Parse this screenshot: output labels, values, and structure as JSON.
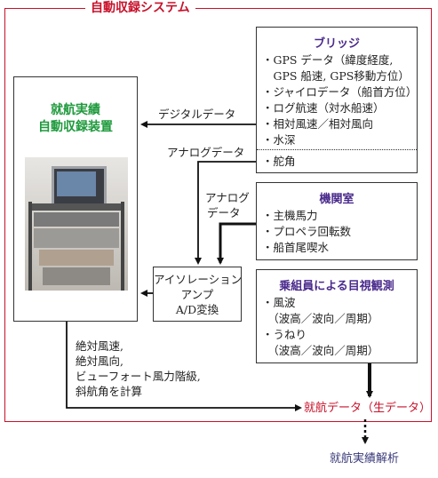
{
  "frame": {
    "title": "自動収録システム"
  },
  "device": {
    "title_line1": "就航実績",
    "title_line2": "自動収録装置",
    "photo_icon": "data-logger-rack-photo"
  },
  "bridge": {
    "header": "ブリッジ",
    "items": [
      "・GPS データ（緯度経度,",
      "　GPS 船速, GPS移動方位）",
      "・ジャイロデータ（船首方位）",
      "・ログ航速（対水船速）",
      "・相対風速／相対風向",
      "・水深"
    ],
    "analog_item": "・舵角"
  },
  "engine": {
    "header": "機関室",
    "items": [
      "・主機馬力",
      "・プロペラ回転数",
      "・船首尾喫水"
    ]
  },
  "crew": {
    "header": "乗組員による目視観測",
    "items": [
      "・風波",
      "　（波高／波向／周期）",
      "・うねり",
      "　（波高／波向／周期）"
    ]
  },
  "amp": {
    "line1": "アイソレーション",
    "line2": "アンプ",
    "line3": "A/D変換"
  },
  "labels": {
    "digital": "デジタルデータ",
    "analog1": "アナログデータ",
    "analog2_line1": "アナログ",
    "analog2_line2": "データ"
  },
  "calc": {
    "lines": [
      "絶対風速,",
      "絶対風向,",
      "ビューフォート風力階級,",
      "斜航角を計算"
    ]
  },
  "output": {
    "raw": "就航データ（生データ）",
    "analysis": "就航実績解析"
  },
  "colors": {
    "frame": "#c8112a",
    "header": "#4a2a8c",
    "device_title": "#1e9a3c"
  }
}
